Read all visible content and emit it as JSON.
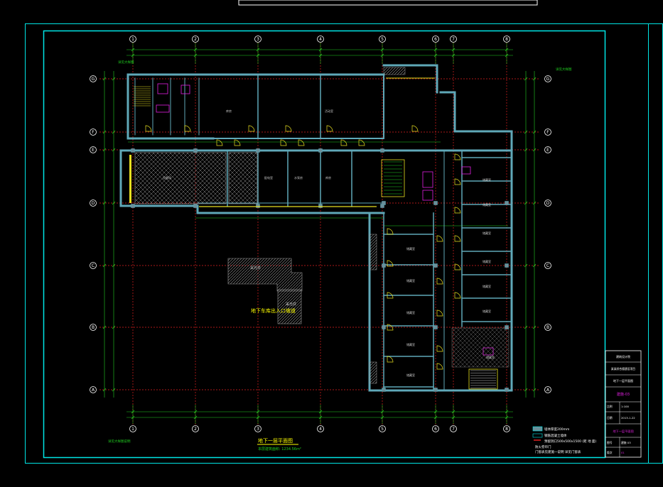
{
  "drawing": {
    "colors": {
      "background": "#000000",
      "frame": "#00e5e5",
      "grid_axis": "#e02020",
      "dimension": "#20d020",
      "wall": "#5fa8b8",
      "wall_fill": "#6a8f99",
      "door": "#e8e020",
      "room_text": "#c8c8c8",
      "hatch": "#9a9a9a",
      "magenta": "#e020e0",
      "white": "#ffffff",
      "yellow": "#ffff00"
    },
    "column_axes": [
      "1",
      "2",
      "3",
      "4",
      "5",
      "6",
      "7",
      "8"
    ],
    "column_axis_bottom_sub": [
      "1",
      "",
      "",
      "",
      "",
      "",
      "",
      ""
    ],
    "row_axes": [
      "G",
      "F",
      "E",
      "D",
      "C",
      "B",
      "A"
    ],
    "row_axes_right": [
      "G",
      "F",
      "E",
      "D",
      "C",
      "B",
      "A"
    ],
    "plan_title": "地下一层平面图",
    "plan_subtitle": "本层建筑面积: 1234.56m²",
    "courtyard_label": "地下车库出入口坡道",
    "shaft_label_1": "采光井",
    "shaft_label_2": "采光井",
    "room_labels": [
      "设备间",
      "库房",
      "活动室",
      "配电室",
      "水泵房",
      "库房",
      "储藏室",
      "储藏室",
      "储藏室",
      "储藏室",
      "储藏室",
      "储藏室",
      "储藏室",
      "储藏室",
      "储藏室",
      "储藏室",
      "储藏室",
      "储藏室"
    ],
    "legend": {
      "items": [
        "墙体厚度200mm",
        "钢筋混凝土墙体",
        "预留洞口500x500x1500 (距 地 面)",
        "防火卷帘门",
        "门窗表见建施一说明 详见门窗表"
      ]
    },
    "title_block": {
      "company": "建筑设计院",
      "project": "某某综合楼建设项目",
      "drawing_name": "地下一层平面图",
      "drawing_no": "建施-03",
      "scale_label": "比例",
      "scale": "1:100",
      "date_label": "日期",
      "date": "2013-1-22",
      "sheet_label": "图号",
      "sheet": "建施 03",
      "version_label": "版次",
      "version": "01"
    },
    "top_label": "",
    "note_left_top": "详见大样图",
    "note_right_top": "详见大样图",
    "note_bottom_left": "详见大样图说明"
  }
}
